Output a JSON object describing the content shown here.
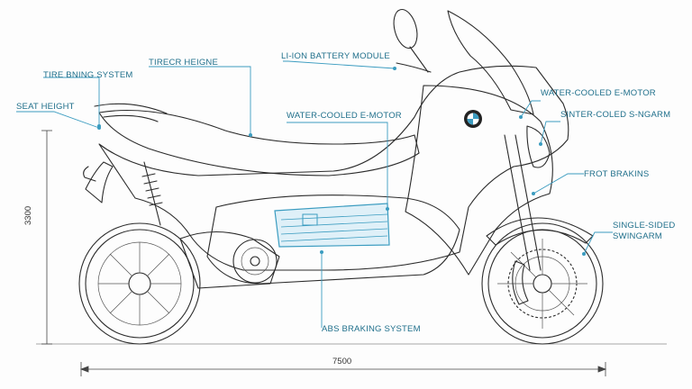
{
  "labels": {
    "tire_bning_system": "TIRE BNING SYSTEM",
    "tirecr_heigne": "TIRECR HEIGNE",
    "seat_height": "SEAT HEIGHT",
    "lion_battery": "LI-ION BATTERY MODULE",
    "water_cooled_mid": "WATER-COOLED E-MOTOR",
    "water_cooled_right": "WATER-COOLED E-MOTOR",
    "sinter_coled": "SINTER-COLED S-NGARM",
    "frot_brakins": "FROT BRAKINS",
    "single_sided": "SINGLE-SIDED SWINGARM",
    "single_sided_line1": "SINGLE-SIDED",
    "single_sided_line2": "SWINGARM",
    "abs_braking": "ABS BRAKING SYSTEM"
  },
  "dimensions": {
    "height": "3300",
    "length": "7500"
  },
  "colors": {
    "accent": "#3b9cc0",
    "label": "#1f6f8b",
    "ink": "#2b2b2b",
    "battery_fill": "#dff0f8"
  },
  "brand": {
    "logo": "bmw-roundel-logo"
  }
}
